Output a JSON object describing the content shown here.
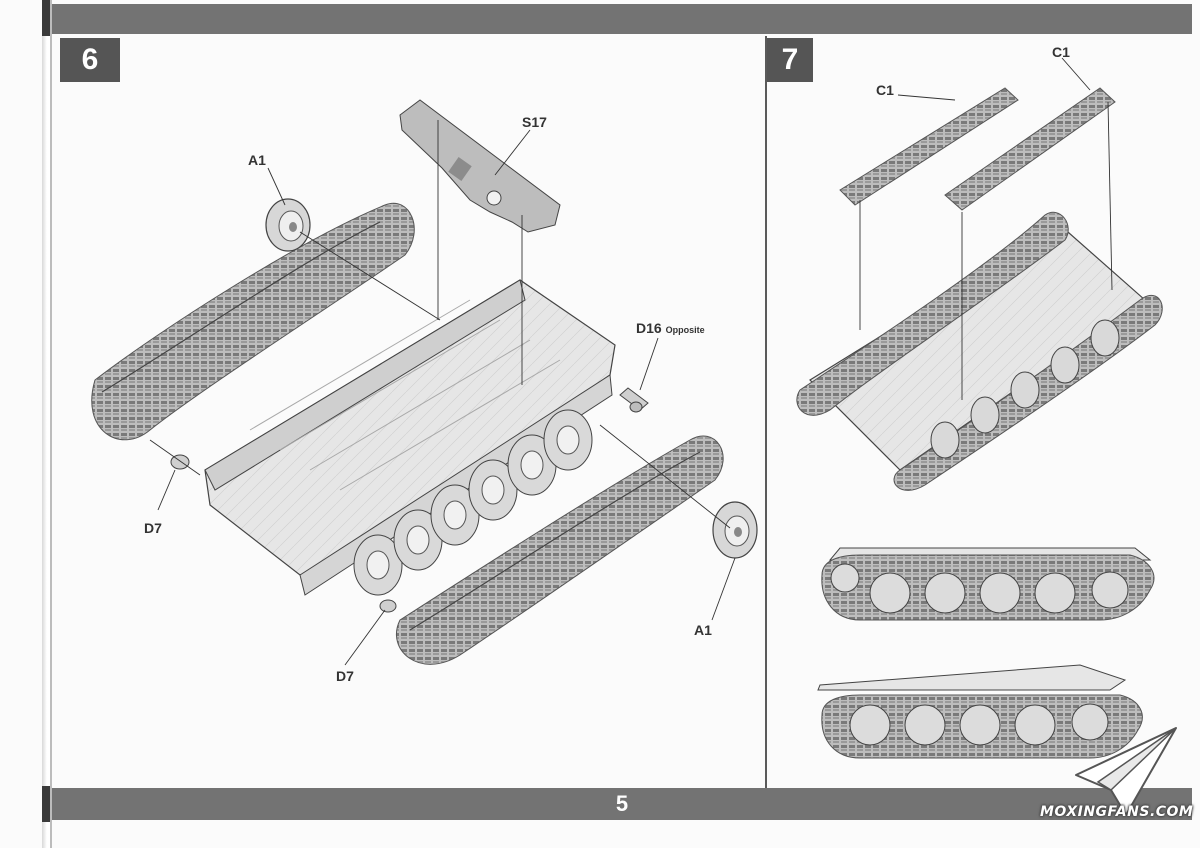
{
  "page": {
    "page_number": "5",
    "colors": {
      "band": "#737373",
      "badge": "#555555",
      "paper": "#fbfbfb"
    }
  },
  "step6": {
    "number": "6",
    "callouts": {
      "a1_top": "A1",
      "s17": "S17",
      "d16": "D16",
      "d16_note": "Opposite",
      "d7_left": "D7",
      "d7_bottom": "D7",
      "a1_bottom": "A1"
    }
  },
  "step7": {
    "number": "7",
    "callouts": {
      "c1_left": "C1",
      "c1_right": "C1"
    }
  },
  "watermark": {
    "text": "MOXINGFANS.COM",
    "icon": "paper-plane-icon"
  }
}
